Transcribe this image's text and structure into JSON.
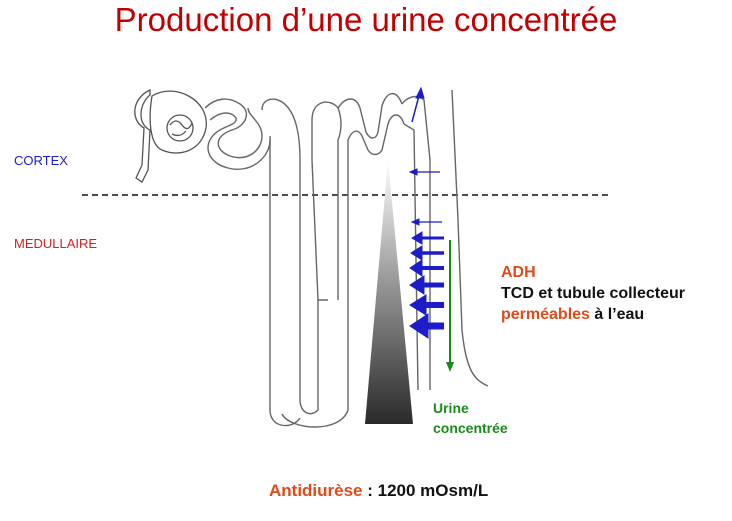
{
  "title": "Production d’une urine concentrée",
  "zones": {
    "cortex": "CORTEX",
    "medulla": "MEDULLAIRE"
  },
  "adh": {
    "label": "ADH",
    "line1": "TCD et tubule collecteur",
    "line2_highlight": "perméables",
    "line2_rest": " à l’eau"
  },
  "urine": {
    "line1": "Urine",
    "line2": "concentrée"
  },
  "footer": {
    "label": "Antidiurèse",
    "value": " : 1200 mOsm/L"
  },
  "colors": {
    "title": "#c00000",
    "cortex": "#1f1fc8",
    "medulla": "#d02020",
    "adh": "#e04a1a",
    "urine": "#1a8a1a",
    "arrow": "#1c1cc8"
  }
}
